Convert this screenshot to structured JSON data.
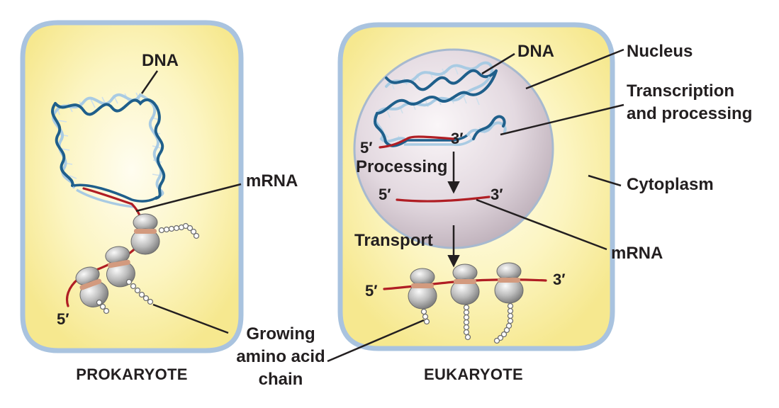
{
  "labels": {
    "prokaryote": {
      "dna": "DNA",
      "mrna": "mRNA",
      "five_prime": "5′"
    },
    "eukaryote": {
      "dna": "DNA",
      "nucleus": "Nucleus",
      "transcription_line1": "Transcription",
      "transcription_line2": "and processing",
      "cytoplasm": "Cytoplasm",
      "processing": "Processing",
      "transport": "Transport",
      "mrna": "mRNA",
      "pre_five_prime": "5′",
      "pre_three_prime": "3′",
      "nuc_five_prime": "5′",
      "nuc_three_prime": "3′",
      "cyto_five_prime": "5′",
      "cyto_three_prime": "3′"
    },
    "shared": {
      "growing_line1": "Growing",
      "growing_line2": "amino acid",
      "growing_line3": "chain"
    },
    "captions": {
      "prokaryote": "PROKARYOTE",
      "eukaryote": "EUKARYOTE"
    }
  },
  "colors": {
    "cell_fill": "#fbf4b4",
    "cell_border": "#a9c3df",
    "nucleus_fill": "#ddd2da",
    "mrna": "#b01e24",
    "dna_strand_dark": "#1f5f8b",
    "dna_strand_light": "#a9cbe3",
    "ribosome": "#b5b5b5",
    "ribosome_band": "#d39a7e"
  }
}
